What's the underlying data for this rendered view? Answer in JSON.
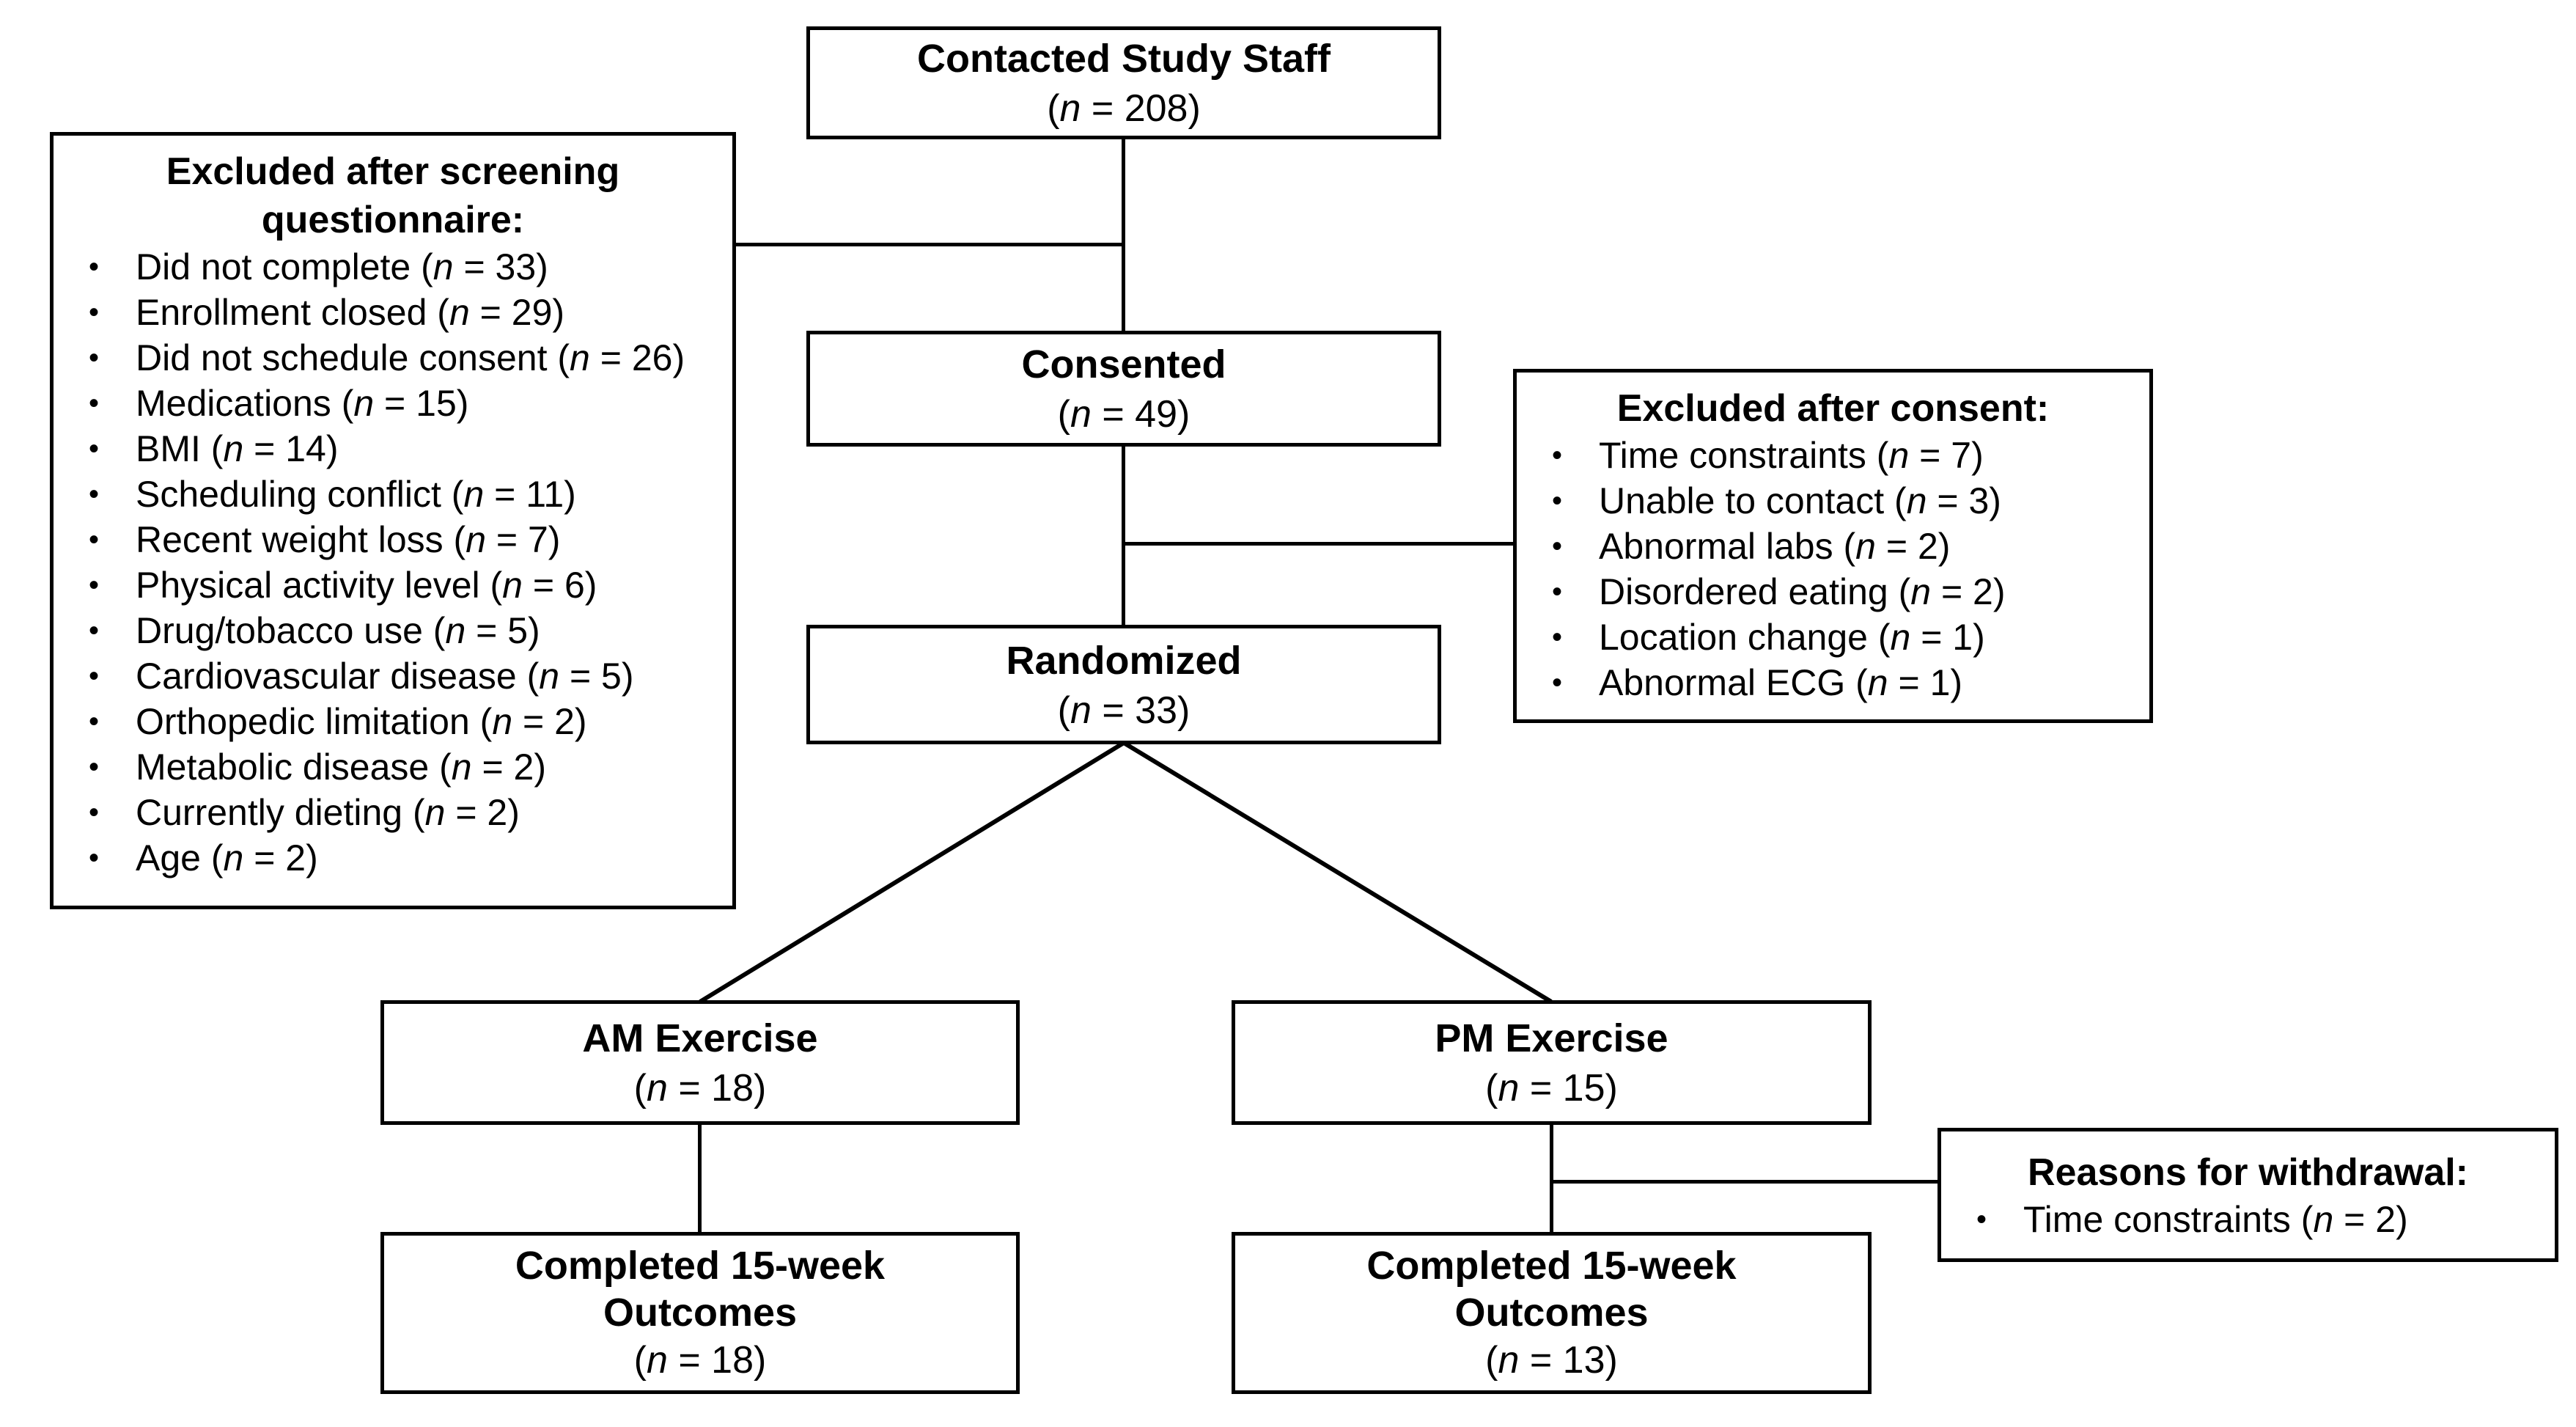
{
  "diagram": {
    "bullet": "•",
    "colors": {
      "line": "#000000",
      "background": "#ffffff",
      "text": "#000000"
    },
    "boxes": {
      "contacted": {
        "title": "Contacted Study Staff",
        "n": "(n = 208)"
      },
      "consented": {
        "title": "Consented",
        "n": "(n = 49)"
      },
      "randomized": {
        "title": "Randomized",
        "n": "(n = 33)"
      },
      "am_exercise": {
        "title": "AM Exercise",
        "n": "(n = 18)"
      },
      "pm_exercise": {
        "title": "PM Exercise",
        "n": "(n = 15)"
      },
      "completed_am": {
        "title_lines": [
          "Completed 15-week",
          "Outcomes"
        ],
        "n": "(n = 18)"
      },
      "completed_pm": {
        "title_lines": [
          "Completed 15-week",
          "Outcomes"
        ],
        "n": "(n = 13)"
      }
    },
    "excluded_screening": {
      "heading": "Excluded after screening questionnaire:",
      "items": [
        "Did not complete (n = 33)",
        "Enrollment closed (n = 29)",
        "Did not schedule consent (n = 26)",
        "Medications (n = 15)",
        "BMI (n = 14)",
        "Scheduling conflict (n = 11)",
        "Recent weight loss (n = 7)",
        "Physical activity level (n = 6)",
        "Drug/tobacco use (n = 5)",
        "Cardiovascular disease (n = 5)",
        "Orthopedic limitation (n = 2)",
        "Metabolic disease (n = 2)",
        "Currently dieting (n = 2)",
        "Age (n = 2)"
      ]
    },
    "excluded_consent": {
      "heading": "Excluded after consent:",
      "items": [
        "Time constraints (n = 7)",
        "Unable to contact (n = 3)",
        "Abnormal labs (n = 2)",
        "Disordered eating (n = 2)",
        "Location change (n = 1)",
        "Abnormal ECG (n = 1)"
      ]
    },
    "withdrawal": {
      "heading": "Reasons for withdrawal:",
      "items": [
        "Time constraints (n = 2)"
      ]
    }
  }
}
